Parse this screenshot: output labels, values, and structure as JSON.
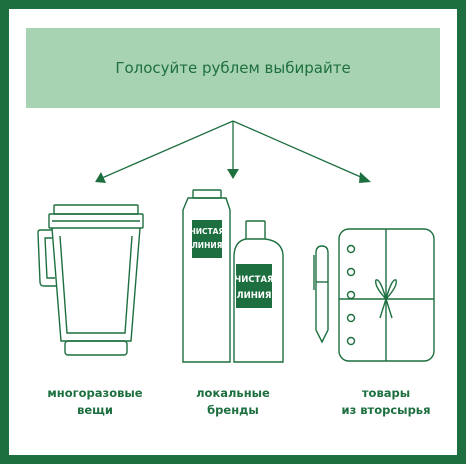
{
  "banner": {
    "title": "Голосуйте рублем выбирайте"
  },
  "brand": {
    "label_line1": "ЧИСТАЯ",
    "label_line2": "ЛИНИЯ"
  },
  "items": [
    {
      "line1": "многоразовые",
      "line2": "вещи",
      "icon": "reusable-tumbler-icon"
    },
    {
      "line1": "локальные",
      "line2": "бренды",
      "icon": "local-brand-bottles-icon"
    },
    {
      "line1": "товары",
      "line2": "из вторсырья",
      "icon": "recycled-notebook-icon"
    }
  ],
  "colors": {
    "border": "#1d6f3f",
    "banner_bg": "#a8d3b3",
    "ink": "#1d6f3f"
  }
}
